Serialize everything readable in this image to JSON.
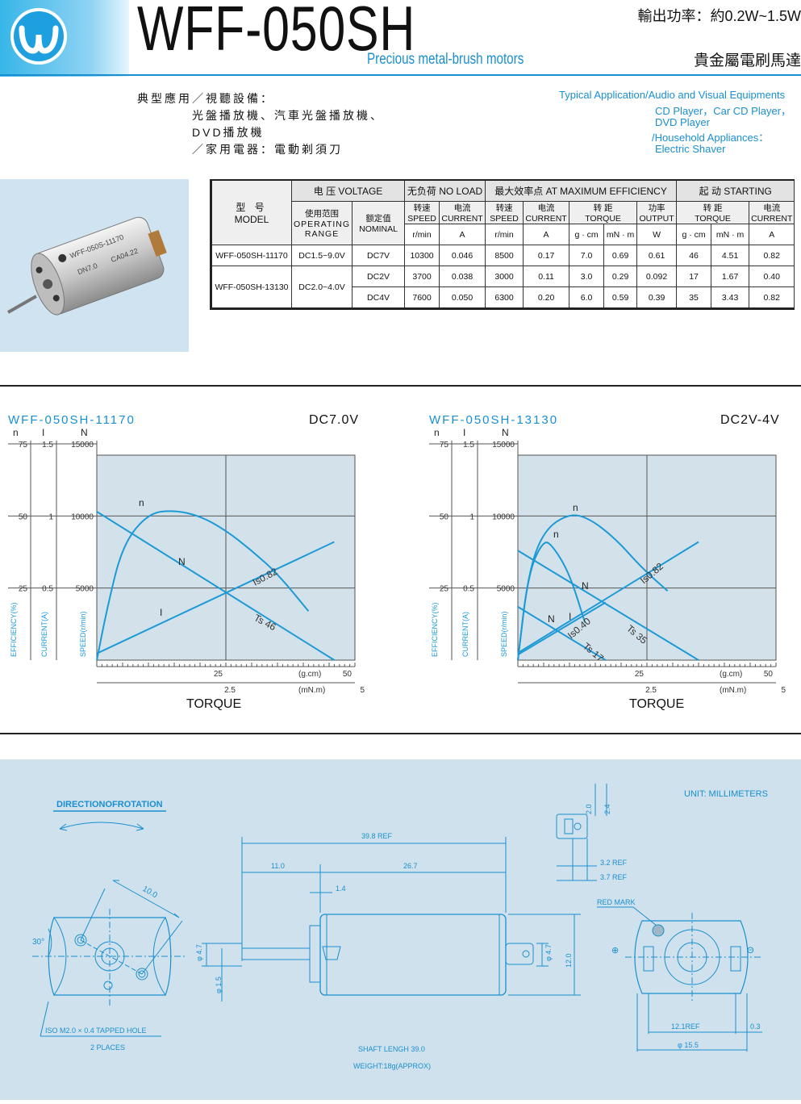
{
  "header": {
    "model_title": "WFF-050SH",
    "subtitle": "Precious metal-brush motors",
    "power": "輸出功率：約0.2W~1.5W",
    "name_cn": "貴金屬電刷馬達"
  },
  "application": {
    "cn_line1": "典型應用／視聽設備：",
    "cn_line2": "光盤播放機、汽車光盤播放機、",
    "cn_line3": "DVD播放機",
    "cn_line4": "／家用電器：電動剃須刀",
    "en_line1": "Typical Application/Audio and Visual Equipments",
    "en_line2": "CD Player，Car CD Player，",
    "en_line3": "DVD Player",
    "en_line4": "/Household Appliances：",
    "en_line5": "Electric Shaver"
  },
  "photo": {
    "label1": "WFF-050S-11170",
    "label2": "DN7.0",
    "label3": "CA04.22"
  },
  "table": {
    "h_voltage": "电 压 VOLTAGE",
    "h_noload": "无负荷 NO LOAD",
    "h_maxeff": "最大效率点 AT MAXIMUM EFFICIENCY",
    "h_starting": "起 动 STARTING",
    "h_model_cn": "型 号",
    "h_model_en": "MODEL",
    "h_range_cn": "使用范围",
    "h_range_en1": "OPERATING",
    "h_range_en2": "RANGE",
    "h_nominal_cn": "额定值",
    "h_nominal_en": "NOMINAL",
    "h_speed_cn": "转速",
    "h_speed_en": "SPEED",
    "h_current_cn": "电流",
    "h_current_en": "CURRENT",
    "h_torque_cn": "转 距",
    "h_torque_en": "TORQUE",
    "h_output_cn": "功率",
    "h_output_en": "OUTPUT",
    "u_rmin": "r/min",
    "u_a": "A",
    "u_gcm": "g · cm",
    "u_mnm": "mN · m",
    "u_w": "W",
    "rows": [
      {
        "model": "WFF-050SH-11170",
        "range": "DC1.5~9.0V",
        "nominal": "DC7V",
        "nl_speed": "10300",
        "nl_current": "0.046",
        "me_speed": "8500",
        "me_current": "0.17",
        "me_gcm": "7.0",
        "me_mnm": "0.69",
        "me_output": "0.61",
        "st_gcm": "46",
        "st_mnm": "4.51",
        "st_current": "0.82"
      },
      {
        "model": "WFF-050SH-13130",
        "range": "DC2.0~4.0V",
        "nominal": "DC2V",
        "nl_speed": "3700",
        "nl_current": "0.038",
        "me_speed": "3000",
        "me_current": "0.11",
        "me_gcm": "3.0",
        "me_mnm": "0.29",
        "me_output": "0.092",
        "st_gcm": "17",
        "st_mnm": "1.67",
        "st_current": "0.40"
      },
      {
        "model": "",
        "range": "",
        "nominal": "DC4V",
        "nl_speed": "7600",
        "nl_current": "0.050",
        "me_speed": "6300",
        "me_current": "0.20",
        "me_gcm": "6.0",
        "me_mnm": "0.59",
        "me_output": "0.39",
        "st_gcm": "35",
        "st_mnm": "3.43",
        "st_current": "0.82"
      }
    ]
  },
  "chart_data": [
    {
      "type": "line",
      "title": "WFF-050SH-11170",
      "condition": "DC7.0V",
      "xlabel": "TORQUE",
      "x_units": [
        "(g.cm)",
        "(mN.m)"
      ],
      "x_ticks_gcm": [
        25,
        50
      ],
      "x_ticks_mnm": [
        2.5,
        5
      ],
      "xlim_gcm": [
        0,
        50
      ],
      "axes": [
        {
          "label": "n",
          "name": "EFFICIENCY(%)",
          "ticks": [
            25,
            50,
            75
          ]
        },
        {
          "label": "I",
          "name": "CURRENT(A)",
          "ticks": [
            0.5,
            1.0,
            1.5
          ]
        },
        {
          "label": "N",
          "name": "SPEED(r/min)",
          "ticks": [
            5000,
            10000,
            15000
          ]
        }
      ],
      "annotations": [
        "Is0.82",
        "Ts 46"
      ],
      "series": [
        {
          "name": "n",
          "unit": "%",
          "points": [
            [
              0,
              0
            ],
            [
              2,
              18
            ],
            [
              5,
              40
            ],
            [
              10,
              51
            ],
            [
              15,
              52
            ],
            [
              20,
              50
            ],
            [
              25,
              45
            ],
            [
              30,
              38
            ],
            [
              35,
              30
            ],
            [
              41,
              17
            ]
          ]
        },
        {
          "name": "N",
          "unit": "r/min",
          "points": [
            [
              0,
              10300
            ],
            [
              46,
              0
            ]
          ]
        },
        {
          "name": "I",
          "unit": "A",
          "points": [
            [
              0,
              0.046
            ],
            [
              46,
              0.82
            ]
          ]
        }
      ]
    },
    {
      "type": "line",
      "title": "WFF-050SH-13130",
      "condition": "DC2V-4V",
      "xlabel": "TORQUE",
      "x_units": [
        "(g.cm)",
        "(mN.m)"
      ],
      "x_ticks_gcm": [
        25,
        50
      ],
      "x_ticks_mnm": [
        2.5,
        5
      ],
      "xlim_gcm": [
        0,
        50
      ],
      "axes": [
        {
          "label": "n",
          "name": "EFFICIENCY(%)",
          "ticks": [
            25,
            50,
            75
          ]
        },
        {
          "label": "I",
          "name": "CURRENT(A)",
          "ticks": [
            0.5,
            1.0,
            1.5
          ]
        },
        {
          "label": "N",
          "name": "SPEED(r/min)",
          "ticks": [
            5000,
            10000,
            15000
          ]
        }
      ],
      "annotations": [
        "Is0.82",
        "Ts 35",
        "Is0.40",
        "Ts 17"
      ],
      "series": [
        {
          "name": "n",
          "unit": "%",
          "points": [
            [
              0,
              0
            ],
            [
              2,
              30
            ],
            [
              5,
              45
            ],
            [
              10,
              51
            ],
            [
              14,
              49
            ],
            [
              19,
              42
            ],
            [
              24,
              32
            ],
            [
              29,
              24
            ]
          ]
        },
        {
          "name": "n",
          "unit": "%",
          "points": [
            [
              0,
              0
            ],
            [
              2,
              30
            ],
            [
              5,
              42
            ],
            [
              7,
              39
            ],
            [
              10,
              30
            ],
            [
              13,
              13
            ]
          ]
        },
        {
          "name": "N",
          "unit": "r/min",
          "points": [
            [
              0,
              7600
            ],
            [
              35,
              0
            ]
          ]
        },
        {
          "name": "N",
          "unit": "r/min",
          "points": [
            [
              0,
              3700
            ],
            [
              17,
              0
            ]
          ]
        },
        {
          "name": "I",
          "unit": "A",
          "points": [
            [
              0,
              0.05
            ],
            [
              35,
              0.82
            ]
          ]
        },
        {
          "name": "I",
          "unit": "A",
          "points": [
            [
              0,
              0.038
            ],
            [
              17,
              0.4
            ]
          ]
        }
      ]
    }
  ],
  "drawing": {
    "direction": "DIRECTIONOFROTATION",
    "unit": "UNIT: MILLIMETERS",
    "d_100": "10.0",
    "d_30": "30°",
    "iso": "ISO M2.0 × 0.4 TAPPED HOLE",
    "places": "2 PLACES",
    "d_398": "39.8 REF",
    "d_110": "11.0",
    "d_267": "26.7",
    "d_14": "1.4",
    "d_47a": "φ 4.7",
    "d_15": "φ 1.5",
    "d_47b": "φ 4.7",
    "d_120": "12.0",
    "shaft": "SHAFT LENGH 39.0",
    "weight": "WEIGHT:18g(APPROX)",
    "d_20": "2.0",
    "d_24": "2.4",
    "d_32": "3.2 REF",
    "d_37": "3.7 REF",
    "red_mark": "RED MARK",
    "plus": "⊕",
    "minus": "Θ",
    "d_121": "12.1REF",
    "d_03": "0.3",
    "d_155": "φ 15.5"
  }
}
